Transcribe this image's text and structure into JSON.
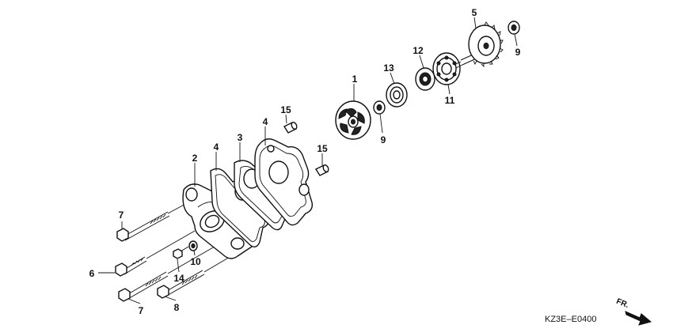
{
  "diagram": {
    "code": "KZ3E–E0400",
    "direction_label": "FR.",
    "callouts": [
      "1",
      "2",
      "3",
      "4",
      "4",
      "5",
      "6",
      "7",
      "7",
      "8",
      "9",
      "9",
      "10",
      "11",
      "12",
      "13",
      "14",
      "15",
      "15"
    ]
  }
}
